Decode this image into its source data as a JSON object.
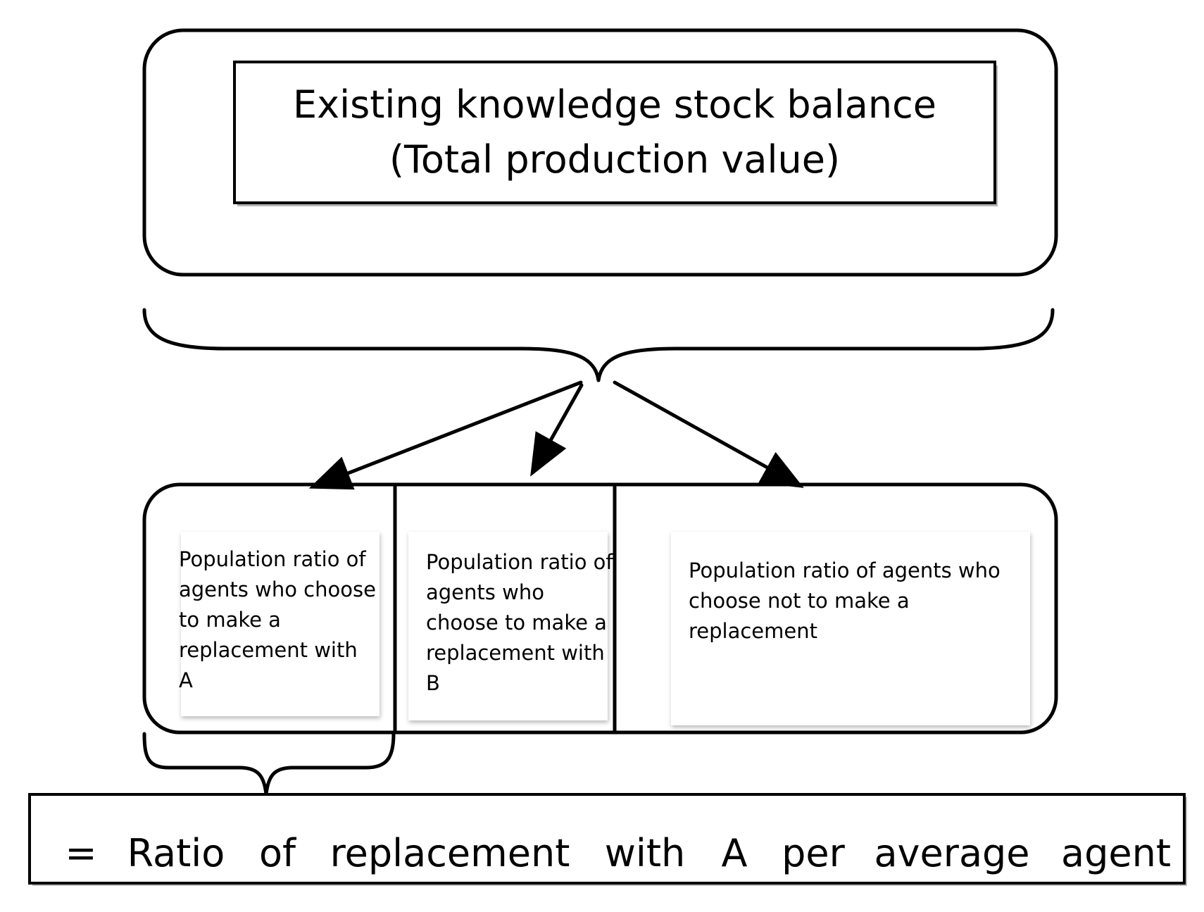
{
  "diagram": {
    "top_box": {
      "title_line1": "Existing knowledge stock balance",
      "title_line2": "(Total production value)"
    },
    "population_boxes": [
      {
        "text": "Population ratio of agents who choose to make a replacement with A"
      },
      {
        "text": "Population ratio of agents who choose to make a replacement with B"
      },
      {
        "text": "Population ratio of agents who choose not to make a replacement"
      }
    ],
    "result_box": {
      "equals": "=",
      "words": [
        "Ratio",
        "of",
        "replacement",
        "with",
        "A",
        "per",
        "average",
        "agent"
      ]
    }
  }
}
